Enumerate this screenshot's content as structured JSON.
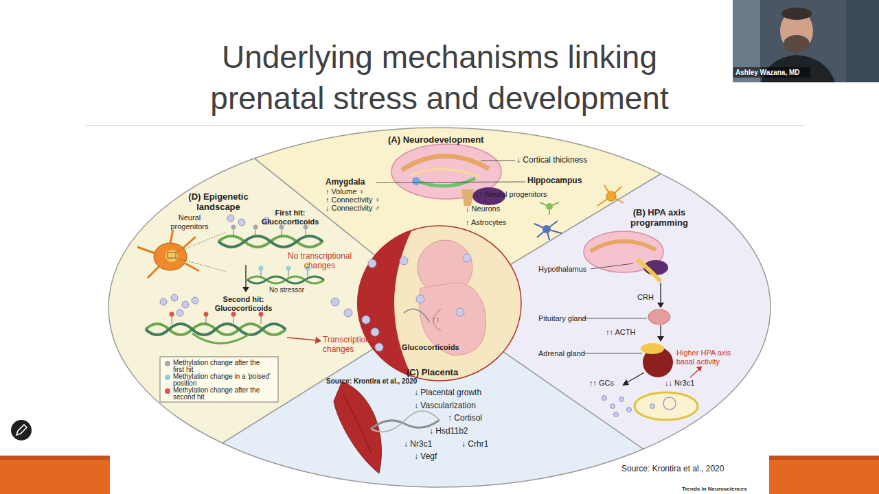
{
  "diagram": {
    "title": "Underlying mechanisms linking prenatal stress and development",
    "nodes": [
      {
        "text": [
          "(A) Neurodevelopment",
          "↓ Cortical thickness",
          "Amygdala",
          "↑ Volume ♀",
          "↑ Connectivity ♀",
          "↓ Connectivity ♂",
          "Hippocampus",
          "↓↑ Neural progenitors",
          "↓ Neurons",
          "↑ Astrocytes"
        ]
      },
      {
        "text": [
          "(B) HPA axis programming",
          "Hypothalamus",
          "CRH",
          "Pituitary gland",
          "↑↑ ACTH",
          "Adrenal gland",
          "Higher HPA axis basal activity",
          "↑↑ GCs",
          "↓↓ Nr3c1"
        ]
      },
      {
        "text": [
          "(C) Placenta",
          "↓ Placental growth",
          "↓ Vascularization",
          "↑ Cortisol",
          "↓ Hsd11b2",
          "↓ Nr3c1",
          "↓ Crhr1",
          "↓ Vegf"
        ]
      },
      {
        "text": [
          "(D) Epigenetic landscape",
          "Neural progenitors",
          "First hit: Glucocorticoids",
          "No transcriptional changes",
          "No stressor",
          "Second hit: Glucocorticoids",
          "Transcriptional changes"
        ]
      },
      {
        "text": [
          "↑↑",
          "Glucocorticoids"
        ]
      }
    ],
    "labels": [
      "Ashley Wazana, MD",
      "Source: Krontira et al., 2020",
      "Source: Krontira et al., 2020",
      "Trends in Neurosciences"
    ],
    "legend": [
      {
        "text": "Methylation change after the first hit",
        "color": "#a7a9ac"
      },
      {
        "text": "Methylation change in a 'poised' position",
        "color": "#8fd0dc"
      },
      {
        "text": "Methylation change after the second hit",
        "color": "#d9534f"
      }
    ]
  }
}
